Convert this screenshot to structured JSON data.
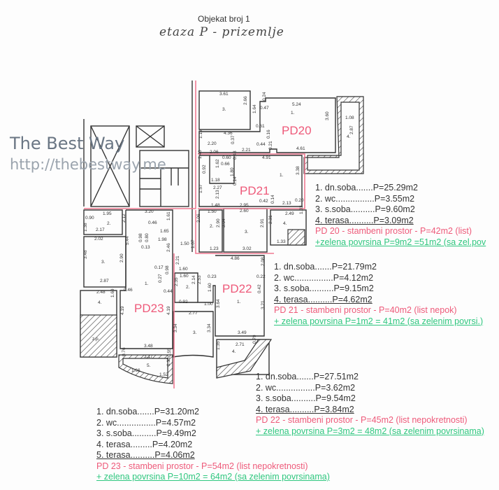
{
  "header": {
    "title": "Objekat broj 1",
    "subtitle": "etaza P  - prizemlje"
  },
  "watermark": {
    "name": "The Best Way",
    "url": "http://thebestway.me"
  },
  "plan": {
    "unit_labels": [
      "PD20",
      "PD21",
      "PD22",
      "PD23"
    ],
    "hatch_label": "z.p.",
    "dims": [
      "3.61",
      "2.66",
      "3.",
      "5.24",
      "1.",
      "3.60",
      "4.61",
      "0.44",
      "0.21",
      "0.47",
      "0.24",
      "1.64",
      "0.61",
      "0.16",
      "4.36",
      "1.19",
      "2.20",
      "0.37",
      "2.21",
      "2.06",
      "1.08",
      "2.87",
      "4.",
      "4.91",
      "1.",
      "3.38",
      "0.20",
      "2.13",
      "0.42",
      "0.14",
      "1.40",
      "1.18",
      "0.92",
      "1.62",
      "1.80",
      "0.60",
      "0.66",
      "0.48",
      "2.27",
      "0.14",
      "1.57",
      "1.48",
      "2.13",
      "2.95",
      "1.50",
      "2.06",
      "2.",
      "2.90",
      "1.23",
      "2.60",
      "3.04",
      "3.",
      "2.91",
      "3.02",
      "2.49",
      "2.31",
      "4.",
      "1.33",
      "1.33",
      "1.95",
      "0.90",
      "1.38",
      "2.",
      "2.12",
      "2.17",
      "2.02",
      "3.48",
      "3.",
      "2.90",
      "2.87",
      "3.20",
      "1.61",
      "0.46",
      "1.65",
      "0.98",
      "0.80",
      "1.98",
      "0.13",
      "5.44",
      "2.46",
      "0.17",
      "0.98",
      "1.",
      "0.27",
      "0.44",
      "0.46",
      "4.19",
      "4.19",
      "3.48",
      "2.48",
      "4.",
      "1.69",
      "3.17",
      "5.",
      "0.76",
      "0.55",
      "1.66",
      "1.52",
      "1.13",
      "1.50",
      "1.07",
      "2.21",
      "1.60",
      "1.60",
      "2.35",
      "2.",
      "2.14",
      "2.53",
      "0.92",
      "1.00",
      "2.77",
      "3.34",
      "3.",
      "3.34",
      "4.86",
      "2.08",
      "0.23",
      "0.22",
      "0.42",
      "1.60",
      "1.",
      "3.64",
      "3.21",
      "3.49",
      "2.71",
      "1.35",
      "4.",
      "0.79"
    ]
  },
  "legends": {
    "pd20": {
      "items": [
        "1. dn.soba.......P=25.29m2",
        "2. wc................P=3.55m2",
        "3. s.soba..........P=9.60m2",
        "4. terasa..........P=3.09m2"
      ],
      "summary": "PD 20 - stambeni prostor - P=42m2 (list)",
      "green": "+zelena povrsina P=9m2 =51m2  (sa zel.pov"
    },
    "pd21": {
      "items": [
        "1. dn.soba.......P=21.79m2",
        "2. wc................P=4.12m2",
        "3. s.soba..........P=9.15m2",
        "4. terasa..........P=4.62m2"
      ],
      "summary": "PD 21 - stambeni prostor - P=40m2 (list nepok)",
      "green": "+ zelena povrsina P=1m2 = 41m2 (sa zelenim povrsi.)"
    },
    "pd22": {
      "items": [
        "1. dn.soba.......P=27.51m2",
        "2. wc................P=3.62m2",
        "3. s.soba..........P=9.54m2",
        "4. terasa..........P=3.84m2"
      ],
      "summary": "PD 22 - stambeni prostor - P=45m2 (list nepokretnosti)",
      "green": "+ zelena povrsina P=3m2 = 48m2 (sa zelenim povrsinama)"
    },
    "pd23": {
      "items": [
        "1. dn.soba.......P=31.20m2",
        "2. wc................P=4.57m2",
        "3. s.soba..........P=9.49m2",
        "4. terasa.........P=4.20m2",
        "5. terasa..........P=4.06m2"
      ],
      "summary": "PD 23 - stambeni prostor - P=54m2  (list nepokretnosti)",
      "green": "+ zelena povrsina P=10m2 = 64m2 (sa zelenim povrsinama)"
    }
  }
}
